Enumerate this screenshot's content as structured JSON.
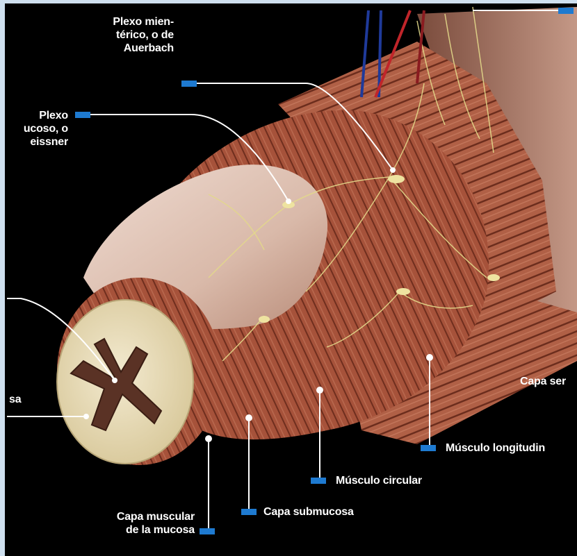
{
  "labels": {
    "auerbach": "Plexo mien-\ntérico, o de\nAuerbach",
    "meissner": "Plexo\nucoso, o\neissner",
    "mucosa_partial": "sa",
    "serosa_partial": "Capa ser",
    "longitudinal": "Músculo longitudin",
    "circular": "Músculo circular",
    "submucosa": "Capa submucosa",
    "muscularis_mucosae": "Capa muscular\nde la mucosa"
  },
  "colors": {
    "label_tag": "#1e7ad0",
    "background": "#000000",
    "muscle": "#a9563d",
    "submucosa_tissue": "#e2cbbf",
    "mucosa_disc": "#e8dcb4",
    "nerve": "#e3d98a"
  }
}
